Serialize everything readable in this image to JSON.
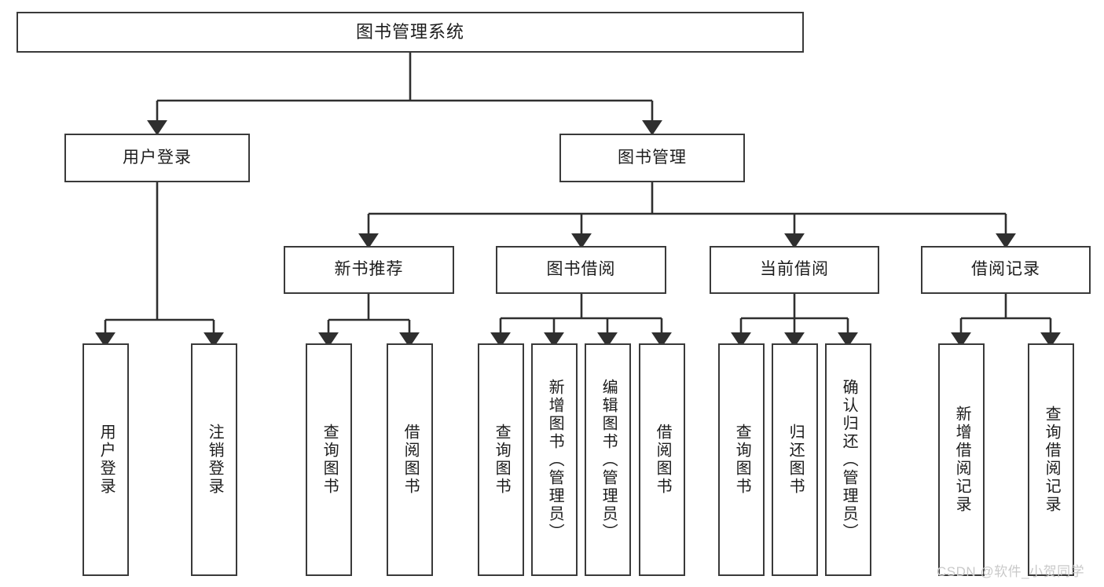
{
  "diagram": {
    "type": "tree-hierarchy",
    "title": "图书管理系统",
    "nodes": {
      "root": {
        "label": "图书管理系统"
      },
      "level2": [
        {
          "id": "user-login",
          "label": "用户登录"
        },
        {
          "id": "book-manage",
          "label": "图书管理"
        }
      ],
      "level3": [
        {
          "id": "new-book-recommend",
          "label": "新书推荐"
        },
        {
          "id": "book-borrow",
          "label": "图书借阅"
        },
        {
          "id": "current-borrow",
          "label": "当前借阅"
        },
        {
          "id": "borrow-record",
          "label": "借阅记录"
        }
      ],
      "leaves": [
        {
          "id": "leaf-user-login",
          "label": "用户登录",
          "parent": "user-login"
        },
        {
          "id": "leaf-logout-login",
          "label": "注销登录",
          "parent": "user-login"
        },
        {
          "id": "leaf-query-book-1",
          "label": "查询图书",
          "parent": "new-book-recommend"
        },
        {
          "id": "leaf-borrow-book-1",
          "label": "借阅图书",
          "parent": "new-book-recommend"
        },
        {
          "id": "leaf-query-book-2",
          "label": "查询图书",
          "parent": "book-borrow"
        },
        {
          "id": "leaf-add-book",
          "label": "新增图书（管理员）",
          "parent": "book-borrow"
        },
        {
          "id": "leaf-edit-book",
          "label": "编辑图书（管理员）",
          "parent": "book-borrow"
        },
        {
          "id": "leaf-borrow-book-2",
          "label": "借阅图书",
          "parent": "book-borrow"
        },
        {
          "id": "leaf-query-book-3",
          "label": "查询图书",
          "parent": "current-borrow"
        },
        {
          "id": "leaf-return-book",
          "label": "归还图书",
          "parent": "current-borrow"
        },
        {
          "id": "leaf-confirm-return",
          "label": "确认归还（管理员）",
          "parent": "current-borrow"
        },
        {
          "id": "leaf-add-record",
          "label": "新增借阅记录",
          "parent": "borrow-record"
        },
        {
          "id": "leaf-query-record",
          "label": "查询借阅记录",
          "parent": "borrow-record"
        }
      ]
    },
    "colors": {
      "box_border": "#3a3a3a",
      "box_fill": "#ffffff",
      "connector": "#2f2f2f",
      "text": "#1c1c1c",
      "watermark": "#c9c9c9"
    }
  },
  "watermark": {
    "text": "CSDN @软件_小贺同学"
  }
}
